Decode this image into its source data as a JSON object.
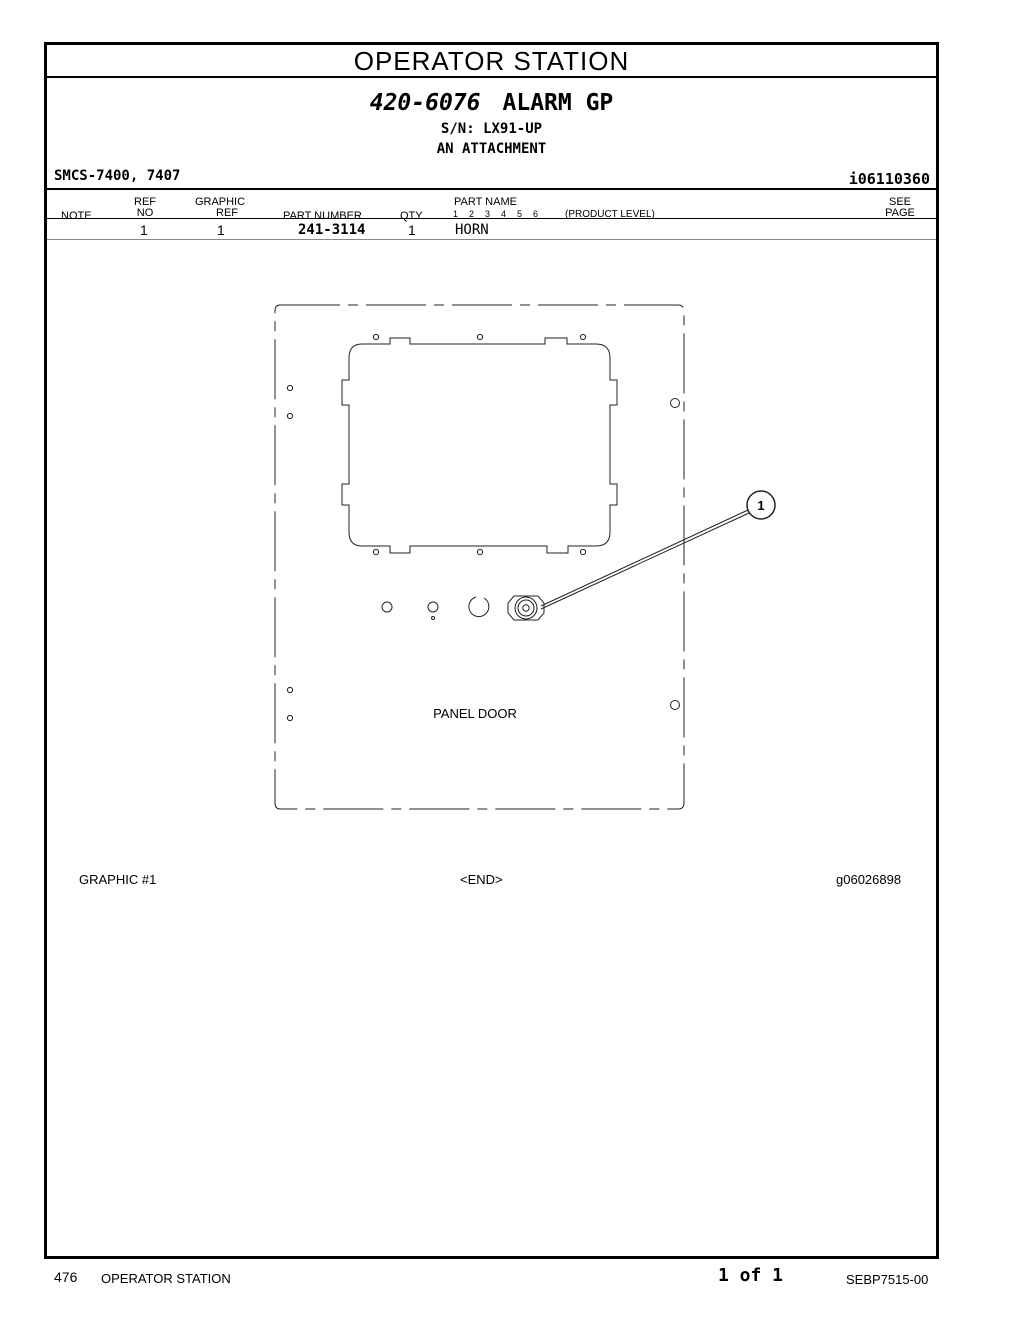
{
  "section_title": "OPERATOR STATION",
  "part": {
    "number": "420-6076",
    "name": "ALARM GP",
    "serial": "S/N: LX91-UP",
    "attachment": "AN ATTACHMENT",
    "smcs": "SMCS-7400, 7407",
    "illustration_id": "i06110360"
  },
  "columns": {
    "note": "NOTE",
    "ref_no_1": "REF",
    "ref_no_2": "NO",
    "graphic_ref_1": "GRAPHIC",
    "graphic_ref_2": "REF",
    "part_number": "PART NUMBER",
    "qty": "QTY",
    "part_name": "PART NAME",
    "levels": "1  2  3  4  5  6",
    "product_level": "(PRODUCT LEVEL)",
    "see_page_1": "SEE",
    "see_page_2": "PAGE"
  },
  "rows": [
    {
      "note": "",
      "ref_no": "1",
      "graphic_ref": "1",
      "part_number": "241-3114",
      "qty": "1",
      "part_name": "HORN"
    }
  ],
  "graphic": {
    "callout": "1",
    "panel_label": "PANEL DOOR"
  },
  "captions": {
    "graphic_label": "GRAPHIC #1",
    "end": "<END>",
    "graphic_id": "g06026898"
  },
  "footer": {
    "page_number": "476",
    "section": "OPERATOR STATION",
    "page_of": "1 of 1",
    "doc_id": "SEBP7515-00"
  }
}
